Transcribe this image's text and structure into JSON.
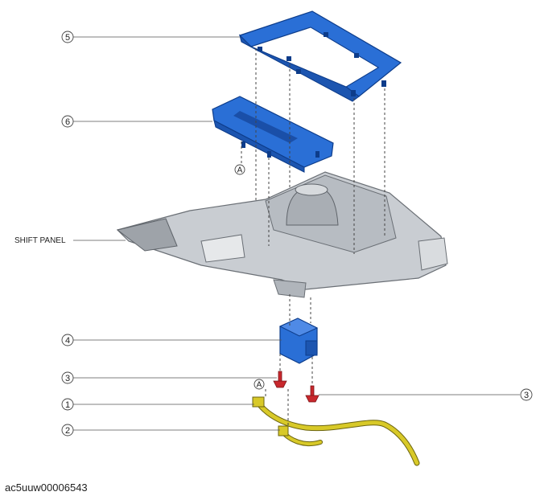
{
  "callouts": {
    "c5": "5",
    "c6": "6",
    "c4": "4",
    "c3_left": "3",
    "c3_right": "3",
    "c1": "1",
    "c2": "2",
    "a_top": "A",
    "a_bottom": "A"
  },
  "labels": {
    "shift_panel": "SHIFT PANEL"
  },
  "figure_id": "ac5uuw00006543",
  "colors": {
    "part_blue": "#2a6fd6",
    "panel_gray": "#c9cdd2",
    "bolt_red": "#c8282d",
    "harness_yellow": "#d8c928"
  }
}
